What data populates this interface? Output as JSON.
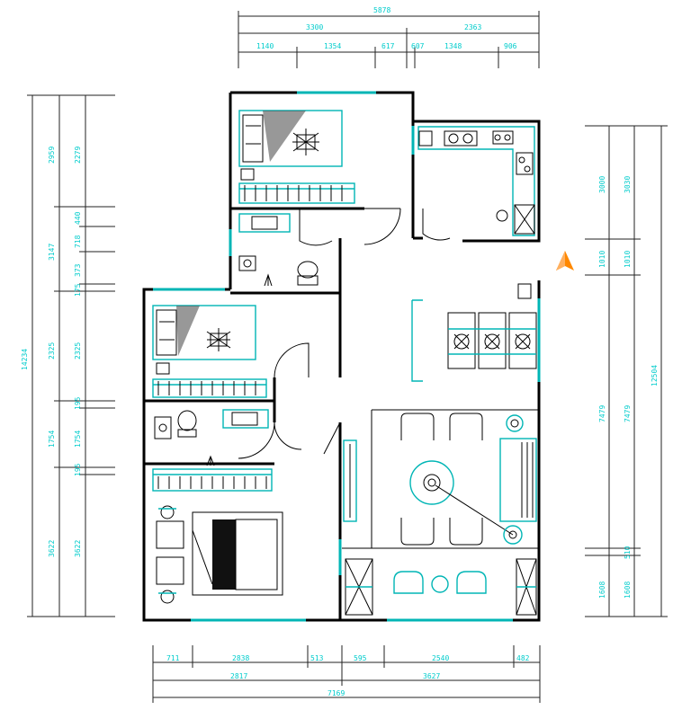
{
  "dimensions": {
    "top": {
      "row1": [
        "5878"
      ],
      "row2": [
        "3300",
        "2363"
      ],
      "row3": [
        "1140",
        "1354",
        "617",
        "607",
        "1348",
        "906"
      ]
    },
    "bottom": {
      "row1": [
        "711",
        "2838",
        "513",
        "595",
        "2540",
        "482"
      ],
      "row2": [
        "2817",
        "3627"
      ],
      "row3": [
        "7169"
      ]
    },
    "left": {
      "total": [
        "14234"
      ],
      "outer": [
        "2959",
        "3147",
        "2325",
        "1754",
        "3622"
      ],
      "inner": [
        "2279",
        "440",
        "718",
        "373",
        "175",
        "2325",
        "195",
        "1754",
        "195",
        "3622"
      ]
    },
    "right": {
      "total": [
        "12504"
      ],
      "outer": [
        "3000",
        "1010",
        "7479",
        "1608"
      ],
      "inner": [
        "3030",
        "1010",
        "7479",
        "510",
        "1608"
      ]
    }
  },
  "colors": {
    "accent": "#00b5b5",
    "dimension_text": "#00cccc",
    "north_arrow": "#ff8800",
    "wall": "#000000"
  },
  "icons": [
    "north-arrow-icon",
    "bed-icon",
    "toilet-icon",
    "sink-icon",
    "stove-icon",
    "sofa-icon",
    "dining-table-icon",
    "plant-icon"
  ]
}
